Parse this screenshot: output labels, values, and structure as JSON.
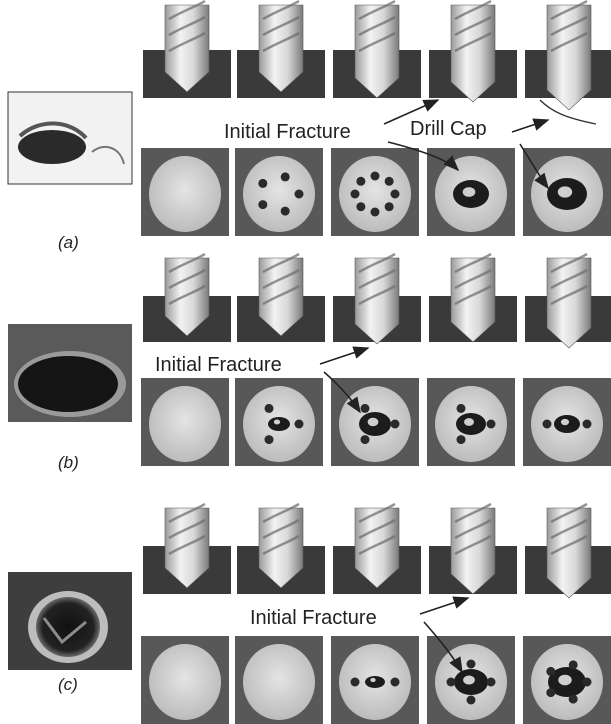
{
  "panels": [
    {
      "id": "a",
      "label": "(a)",
      "annotations": [
        "Initial Fracture",
        "Drill Cap"
      ]
    },
    {
      "id": "b",
      "label": "(b)",
      "annotations": [
        "Initial Fracture"
      ]
    },
    {
      "id": "c",
      "label": "(c)",
      "annotations": [
        "Initial Fracture"
      ]
    }
  ],
  "colors": {
    "ink": "#222222",
    "workpiece": "#3a3a3a",
    "sem_bg": "#585858",
    "sem_disc": "#d6d6d6"
  }
}
